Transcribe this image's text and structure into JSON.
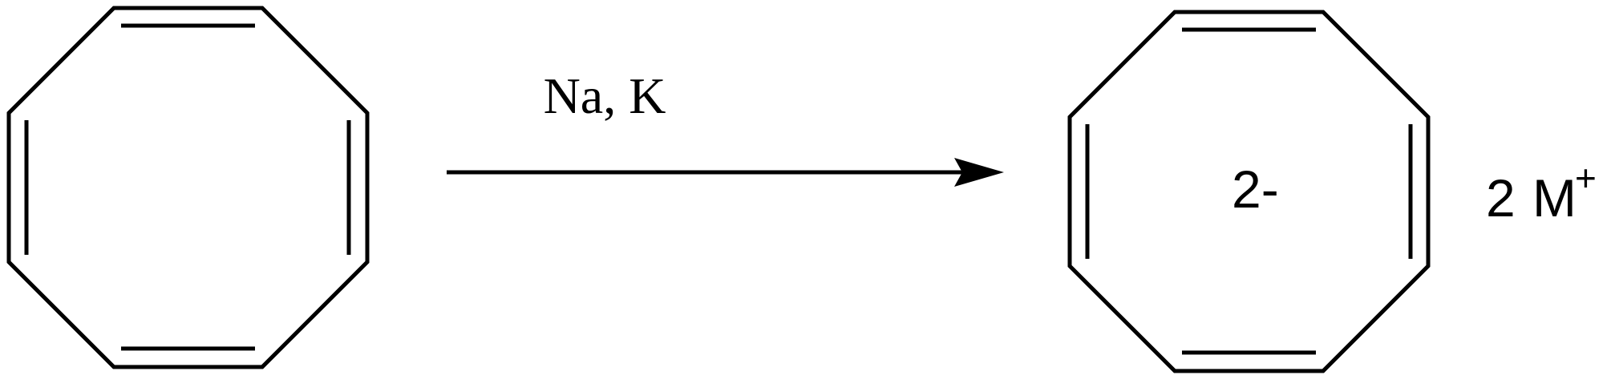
{
  "scheme": {
    "reagents": "Na, K",
    "dianion_charge": "2-",
    "counterion": {
      "coefficient": "2",
      "symbol": "M",
      "charge": "+"
    }
  },
  "colors": {
    "ink": "#000000",
    "background": "#ffffff"
  }
}
